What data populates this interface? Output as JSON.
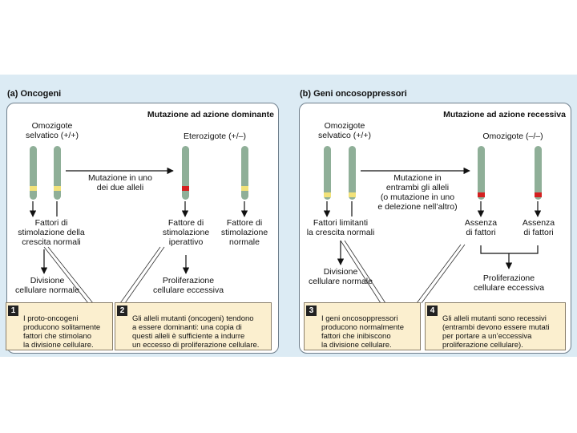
{
  "panel_a": {
    "title": "(a) Oncogeni",
    "box_title": "Mutazione ad azione dominante",
    "wild_label": "Omozigote\nselvatico (+/+)",
    "het_label": "Eterozigote (+/–)",
    "mutation_label": "Mutazione in uno\ndei due alleli",
    "normal_factors": "Fattori di\nstimolazione della\ncrescita normali",
    "hyper_factor": "Fattore di\nstimolazione\niperattivo",
    "normal_factor": "Fattore di\nstimolazione\nnormale",
    "normal_division": "Divisione\ncellulare normale",
    "excess_prolif": "Proliferazione\ncellulare eccessiva",
    "note1_num": "1",
    "note1": "I proto-oncogeni\nproducono solitamente\nfattori che stimolano\nla divisione cellulare.",
    "note2_num": "2",
    "note2": "Gli alleli mutanti (oncogeni) tendono\na essere dominanti: una copia di\nquesti alleli è sufficiente a indurre\nun eccesso di proliferazione cellulare."
  },
  "panel_b": {
    "title": "(b) Geni oncosoppressori",
    "box_title": "Mutazione ad azione recessiva",
    "wild_label": "Omozigote\nselvatico (+/+)",
    "homo_label": "Omozigote (–/–)",
    "mutation_label": "Mutazione in\nentrambi gli alleli\n(o mutazione in uno\ne delezione nell’altro)",
    "limiting_factors": "Fattori limitanti\nla crescita normali",
    "absence1": "Assenza\ndi fattori",
    "absence2": "Assenza\ndi fattori",
    "normal_division": "Divisione\ncellulare normale",
    "excess_prolif": "Proliferazione\ncellulare eccessiva",
    "note3_num": "3",
    "note3": "I geni oncosoppressori\nproducono normalmente\nfattori che inibiscono\nla divisione cellulare.",
    "note4_num": "4",
    "note4": "Gli alleli mutanti sono recessivi\n(entrambi devono essere mutati\nper portare a un’eccessiva\nproliferazione cellulare)."
  },
  "colors": {
    "background": "#dcebf4",
    "chromosome": "#8faf98",
    "normal_allele": "#f2e27a",
    "mutant_allele": "#d42020",
    "note_fill": "#fbefcf"
  }
}
